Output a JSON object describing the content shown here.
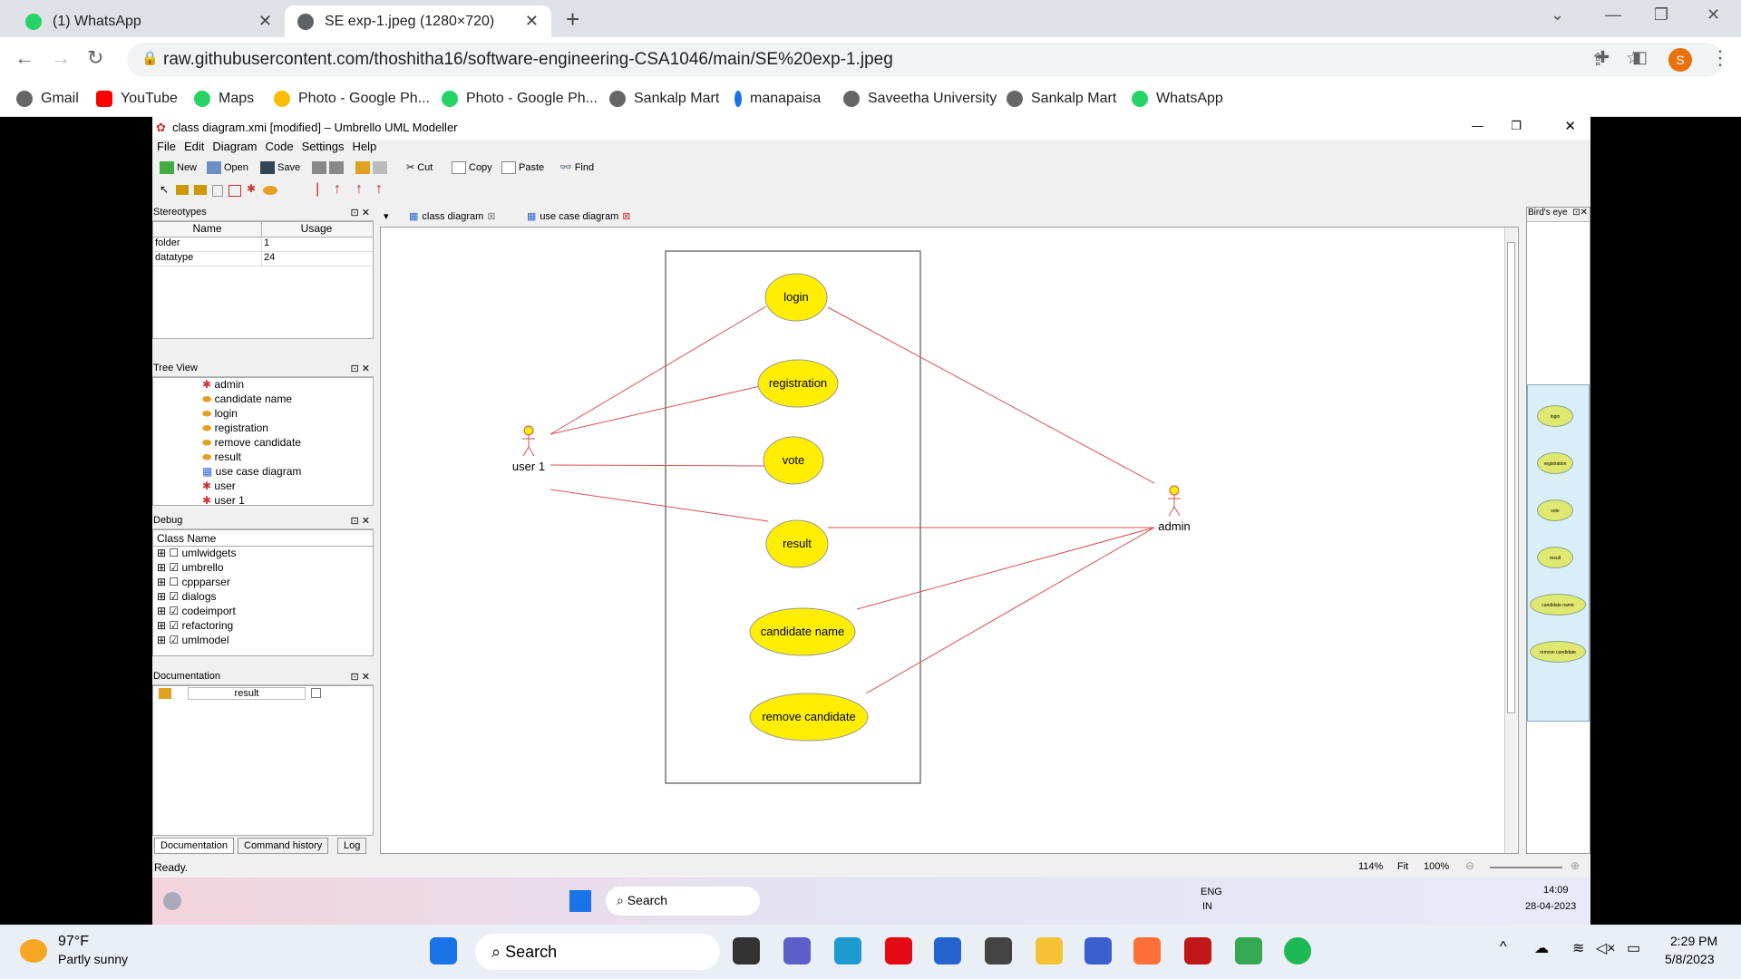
{
  "browser": {
    "tabs": [
      {
        "label": "(1) WhatsApp"
      },
      {
        "label": "SE exp-1.jpeg (1280×720)"
      }
    ],
    "url": "raw.githubusercontent.com/thoshitha16/software-engineering-CSA1046/main/SE%20exp-1.jpeg",
    "profile_initial": "S",
    "bookmarks": [
      {
        "label": "Gmail"
      },
      {
        "label": "YouTube"
      },
      {
        "label": "Maps"
      },
      {
        "label": "Photo - Google Ph..."
      },
      {
        "label": "Photo - Google Ph..."
      },
      {
        "label": "Sankalp Mart"
      },
      {
        "label": "manapaisa"
      },
      {
        "label": "Saveetha University"
      },
      {
        "label": "Sankalp Mart"
      },
      {
        "label": "WhatsApp"
      }
    ]
  },
  "app": {
    "title": "class diagram.xmi [modified] – Umbrello UML Modeller",
    "menu": [
      "File",
      "Edit",
      "Diagram",
      "Code",
      "Settings",
      "Help"
    ],
    "toolbar": {
      "new": "New",
      "open": "Open",
      "save": "Save",
      "cut": "Cut",
      "copy": "Copy",
      "paste": "Paste",
      "find": "Find"
    },
    "stereotypes": {
      "title": "Stereotypes",
      "col_name": "Name",
      "col_usage": "Usage",
      "rows": [
        {
          "name": "folder",
          "usage": "1"
        },
        {
          "name": "datatype",
          "usage": "24"
        }
      ]
    },
    "treeview": {
      "title": "Tree View",
      "items": [
        "admin",
        "candidate name",
        "login",
        "registration",
        "remove candidate",
        "result",
        "use case diagram",
        "user",
        "user 1"
      ]
    },
    "debug": {
      "title": "Debug",
      "col": "Class Name",
      "items": [
        {
          "label": "umlwidgets",
          "checked": false
        },
        {
          "label": "umbrello",
          "checked": true
        },
        {
          "label": "cppparser",
          "checked": false
        },
        {
          "label": "dialogs",
          "checked": true
        },
        {
          "label": "codeimport",
          "checked": true
        },
        {
          "label": "refactoring",
          "checked": true
        },
        {
          "label": "umlmodel",
          "checked": true
        }
      ]
    },
    "documentation": {
      "title": "Documentation",
      "field": "result"
    },
    "bottom_tabs": [
      "Documentation",
      "Command history",
      "Log"
    ],
    "diagram_tabs": [
      "class diagram",
      "use case diagram"
    ],
    "birds_eye": "Bird's eye",
    "diagram": {
      "use_cases": [
        "login",
        "registration",
        "vote",
        "result",
        "candidate name",
        "remove candidate"
      ],
      "actors": [
        "user 1",
        "admin"
      ]
    },
    "birds_eye_labels": [
      "login",
      "registration",
      "vote",
      "result",
      "candidate name",
      "remove candidate"
    ],
    "status": "Ready.",
    "zoom": {
      "pct": "114%",
      "fit": "Fit",
      "hundred": "100%"
    },
    "inner_taskbar": {
      "search": "Search",
      "lang1": "ENG",
      "lang2": "IN",
      "time": "14:09",
      "date": "28-04-2023"
    }
  },
  "taskbar": {
    "temp": "97°F",
    "weather": "Partly sunny",
    "search": "Search",
    "time": "2:29 PM",
    "date": "5/8/2023"
  }
}
